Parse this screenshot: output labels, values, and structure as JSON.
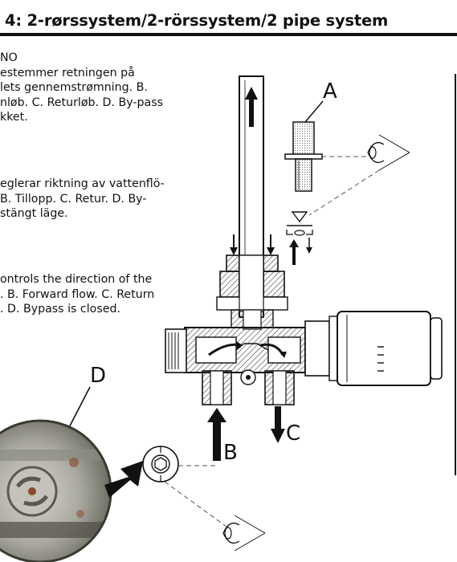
{
  "header": {
    "title": "4: 2-rørssystem/2-rörssystem/2 pipe system"
  },
  "paragraphs": {
    "no": [
      "NO",
      "estemmer retningen på",
      "lets gennemstrømning. B.",
      "nløb. C. Returløb. D. By-pass",
      "kket."
    ],
    "se": [
      "eglerar riktning av vattenflö-",
      "B. Tillopp. C. Retur. D.  By-",
      " stängt läge."
    ],
    "en": [
      "ontrols the direction of the",
      ". B. Forward flow. C. Return",
      ". D. Bypass is closed."
    ]
  },
  "diagram": {
    "labels": {
      "a": "A",
      "b": "B",
      "c": "C",
      "d": "D"
    }
  },
  "colors": {
    "ink": "#111111",
    "hatch": "#555555",
    "photo_dark": "#6b6a60",
    "photo_mid": "#a9a89e",
    "photo_light": "#d8d6cf",
    "rust": "#8a4a2a"
  },
  "icons": [
    "eye-icon",
    "arrow-up-icon",
    "arrow-down-icon",
    "valve-symbol-icon"
  ]
}
